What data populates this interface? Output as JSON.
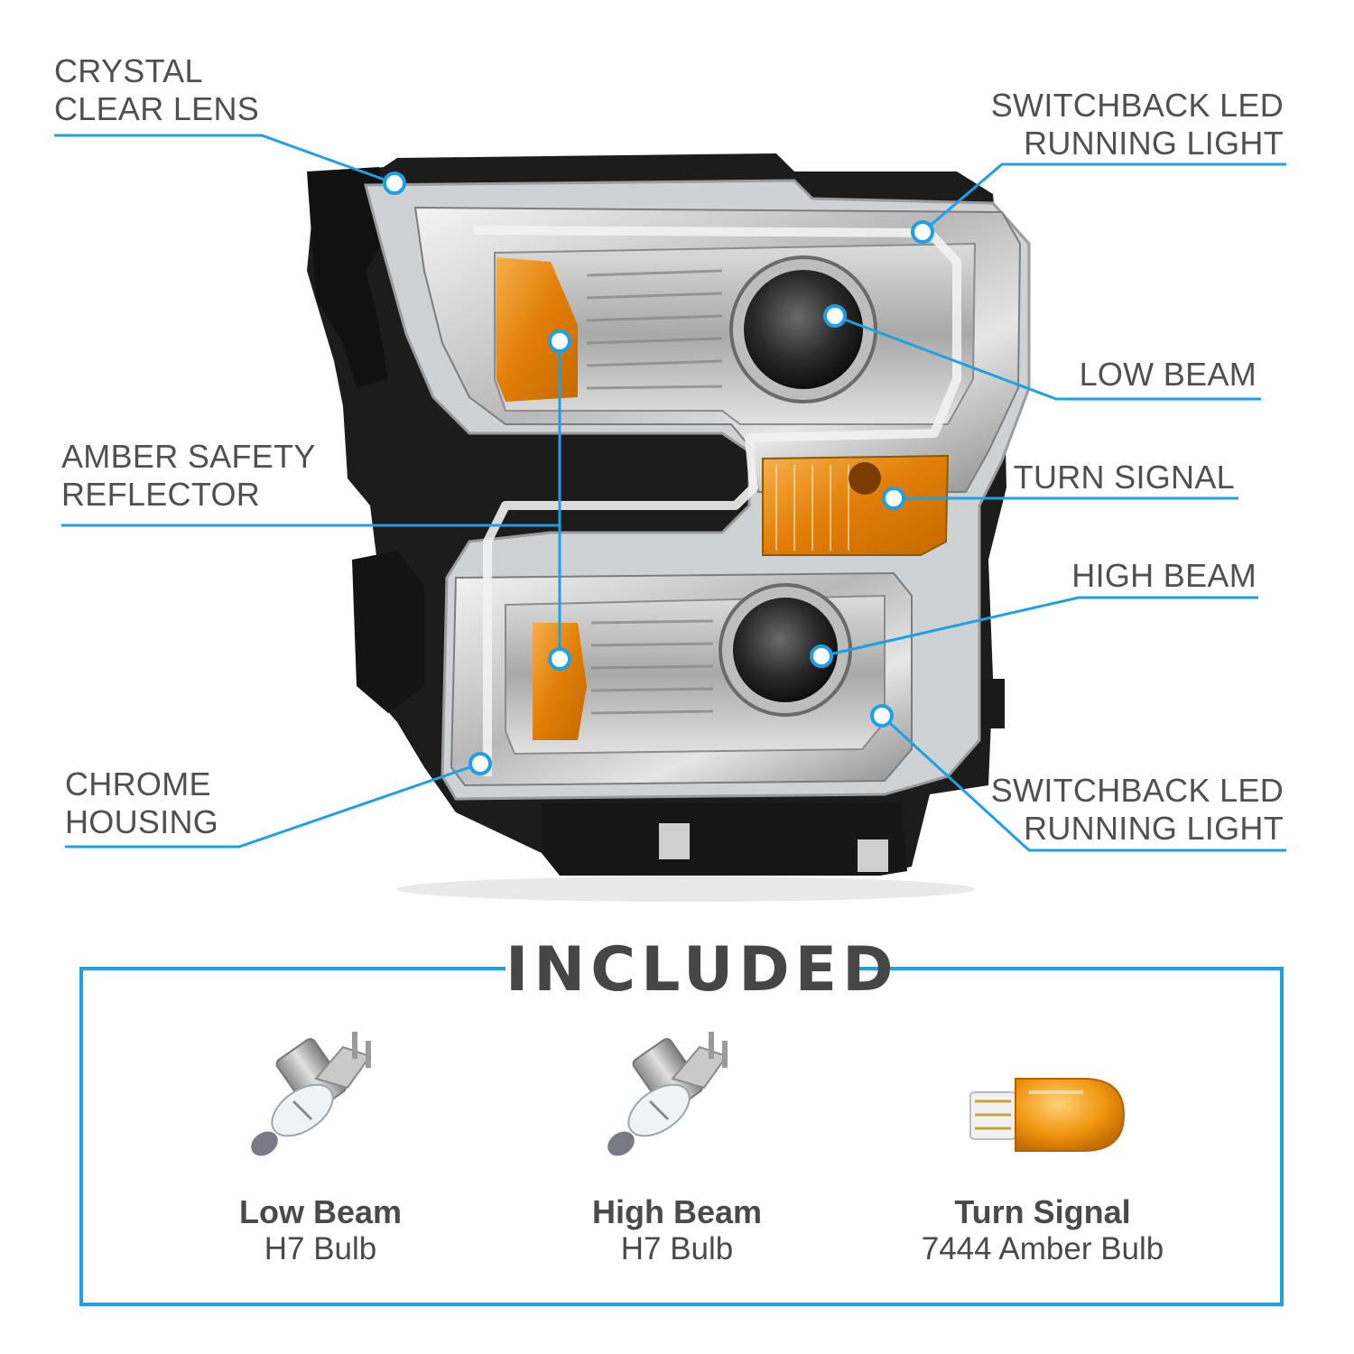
{
  "callouts": {
    "crystal_lens": "CRYSTAL\nCLEAR LENS",
    "switchback_top": "SWITCHBACK LED\nRUNNING LIGHT",
    "low_beam": "LOW BEAM",
    "amber_reflector": "AMBER  SAFETY\nREFLECTOR",
    "turn_signal": "TURN SIGNAL",
    "high_beam": "HIGH BEAM",
    "chrome_housing": "CHROME\nHOUSING",
    "switchback_bottom": "SWITCHBACK LED\nRUNNING LIGHT"
  },
  "included": {
    "title": "INCLUDED",
    "items": [
      {
        "name": "Low Beam",
        "sub": "H7 Bulb",
        "icon": "h7-bulb-icon"
      },
      {
        "name": "High Beam",
        "sub": "H7 Bulb",
        "icon": "h7-bulb-icon"
      },
      {
        "name": "Turn Signal",
        "sub": "7444 Amber Bulb",
        "icon": "amber-wedge-bulb-icon"
      }
    ]
  },
  "colors": {
    "accent": "#1fa0e6",
    "text": "#4a4a4a",
    "amber": "#e8890a",
    "housing": "#1e1e1e",
    "chrome": "#c9c9c9"
  }
}
